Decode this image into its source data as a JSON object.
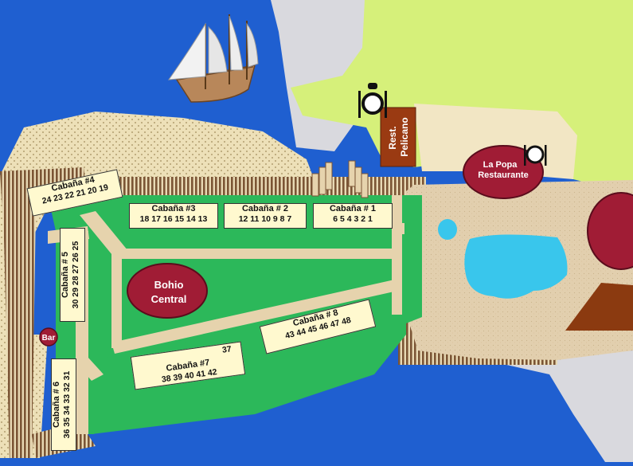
{
  "map": {
    "cabanas": [
      {
        "title": "Cabaña #4",
        "numbers": "24 23 22 21 20 19"
      },
      {
        "title": "Cabaña #3",
        "numbers": "18 17 16 15 14 13"
      },
      {
        "title": "Cabaña # 2",
        "numbers": "12 11 10 9 8 7"
      },
      {
        "title": "Cabaña # 1",
        "numbers": "6 5 4 3 2 1"
      },
      {
        "title": "Cabaña # 5",
        "numbers": "30 29 28 27 26 25"
      },
      {
        "title": "Cabaña # 6",
        "numbers": "36 35 34 33 32 31"
      },
      {
        "title": "Cabaña #7",
        "numbers": "38 39 40 41 42",
        "extra": "37"
      },
      {
        "title": "Cabaña # 8",
        "numbers": "43 44 45 46 47 48"
      }
    ],
    "places": {
      "bohio_line1": "Bohio",
      "bohio_line2": "Central",
      "la_popa_line1": "La Popa",
      "la_popa_line2": "Restaurante",
      "pelicano_line1": "Rest.",
      "pelicano_line2": "Pelicano",
      "bar": "Bar"
    },
    "icons": [
      "ship-icon",
      "dining-icon",
      "pool",
      "pond",
      "dock-piers"
    ],
    "colors": {
      "water": "#1f5fd0",
      "sand": "#ede0b8",
      "lawn": "#2cb85a",
      "meadow": "#d6f07a",
      "boardwalk": "#8a6040",
      "building": "#a01c35",
      "pool": "#39c6ec",
      "rest_sign": "#9a3a12"
    }
  }
}
